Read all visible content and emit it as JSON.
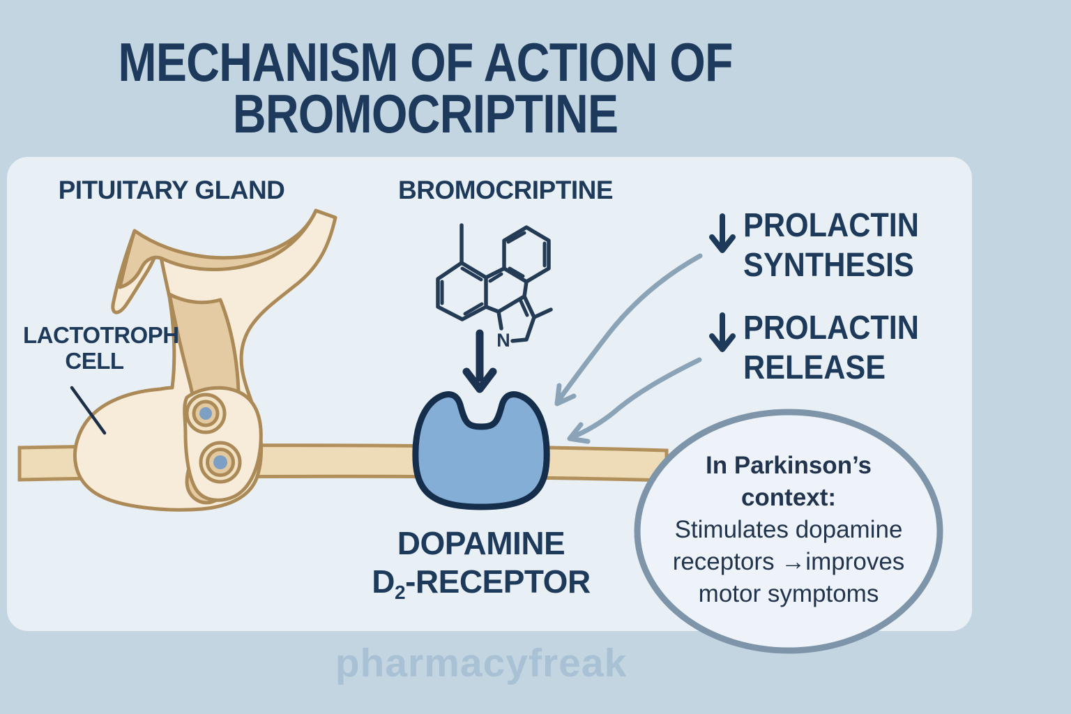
{
  "title": {
    "line1": "MECHANISM OF ACTION OF",
    "line2": "BROMOCRIPTINE"
  },
  "diagram": {
    "pituitary_label": "PITUITARY GLAND",
    "lactotroph_label": {
      "line1": "LACTOTROPH",
      "line2": "CELL"
    },
    "molecule_label": "BROMOCRIPTINE",
    "molecule_nitrogen": "N",
    "receptor_label": {
      "line1": "DOPAMINE",
      "d": "D",
      "sub": "2",
      "rest": "-RECEPTOR"
    },
    "effects": [
      {
        "line1": "PROLACTIN",
        "line2": "SYNTHESIS"
      },
      {
        "line1": "PROLACTIN",
        "line2": "RELEASE"
      }
    ],
    "note": {
      "line1": "In Parkinson’s",
      "line2": "context:",
      "line3": "Stimulates dopamine",
      "line4": "receptors →improves",
      "line5": "motor symptoms"
    }
  },
  "watermark": "pharmacyfreak",
  "colors": {
    "background": "#c3d5e1",
    "panel": "#e9f0f5",
    "navy_text": "#1d3a5c",
    "tan_outline": "#ab8a58",
    "tan_fill": "#e5cba3",
    "cream_fill": "#f6ecd9",
    "membrane_fill": "#eedcb8",
    "membrane_outline": "#b2905c",
    "receptor_fill": "#85aed7",
    "receptor_outline": "#152e4c",
    "molecule_stroke": "#243b55",
    "curved_arrow": "#8ba3b7",
    "ellipse_stroke": "#7e95a9",
    "ellipse_fill": "#edf3f8",
    "cell_nucleus": "#7d9fc4",
    "watermark": "#a9c1d4"
  }
}
